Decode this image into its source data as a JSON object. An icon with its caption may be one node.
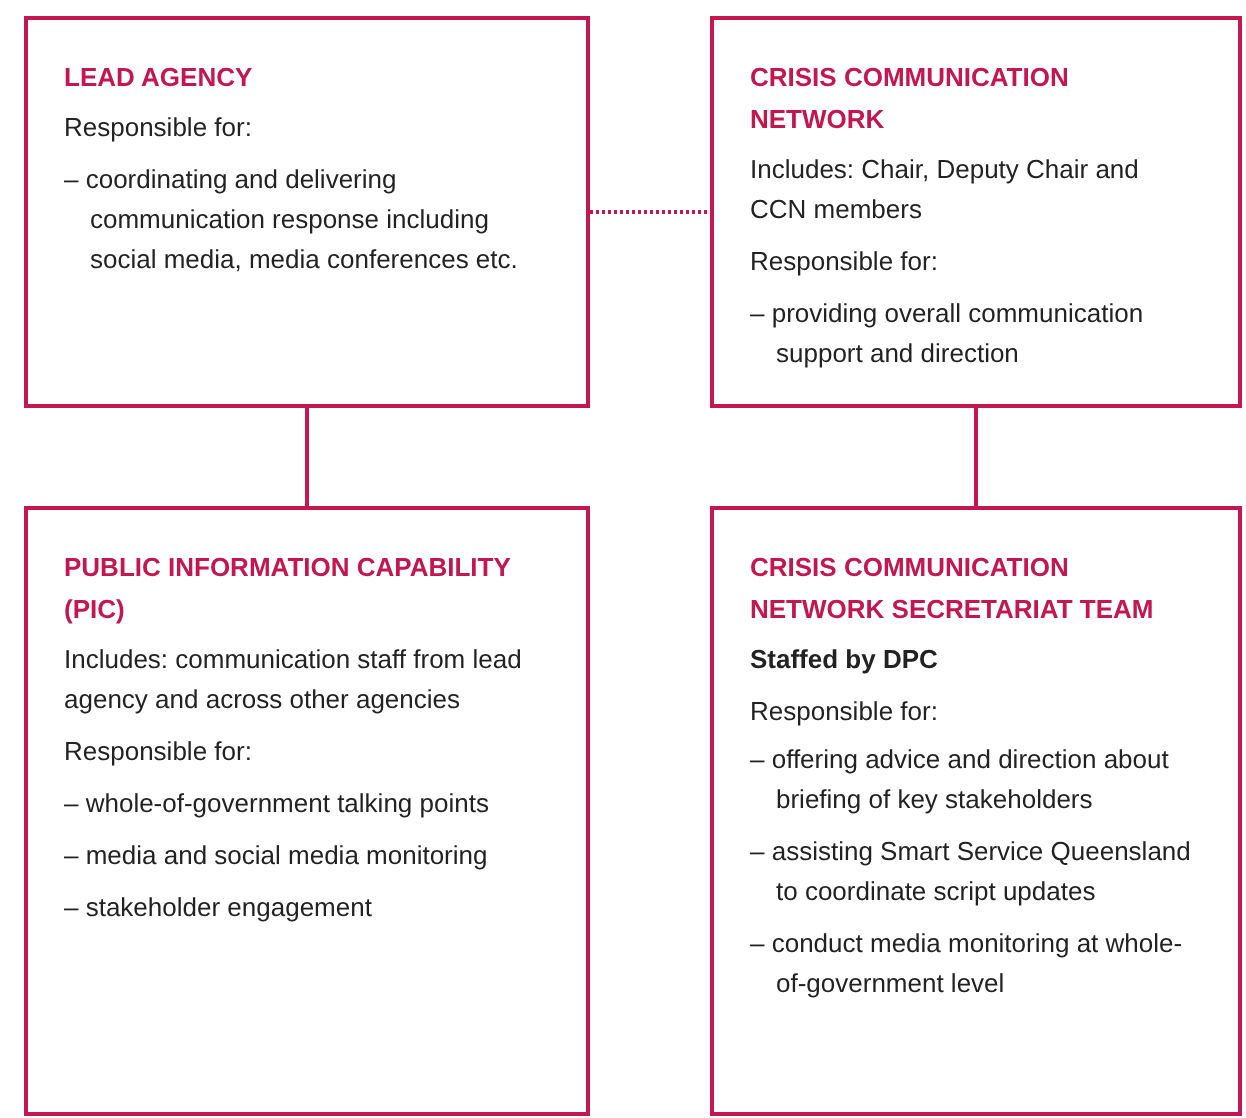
{
  "diagram": {
    "nodes": [
      {
        "text": [
          "LEAD AGENCY",
          "Responsible for:",
          "– coordinating and delivering communication response including social media, media conferences etc."
        ]
      },
      {
        "text": [
          "CRISIS COMMUNICATION NETWORK",
          "Includes: Chair, Deputy Chair and CCN members",
          "Responsible for:",
          "– providing overall communication support and direction"
        ]
      },
      {
        "text": [
          "PUBLIC INFORMATION CAPABILITY (PIC)",
          "Includes: communication staff from lead agency and across other agencies",
          "Responsible for:",
          "– whole-of-government talking points",
          "– media and social media monitoring",
          "– stakeholder engagement"
        ]
      },
      {
        "text": [
          "CRISIS COMMUNICATION NETWORK SECRETARIAT TEAM",
          "Staffed by DPC",
          "Responsible for:",
          "– offering advice and direction about briefing of key stakeholders",
          "– assisting Smart Service Queensland to coordinate script updates",
          "– conduct media monitoring at whole-of-government level"
        ]
      }
    ],
    "edges": [
      {
        "from": 0,
        "to": 1,
        "arrow": "none",
        "style": "dashed"
      },
      {
        "from": 0,
        "to": 2,
        "arrow": "none"
      },
      {
        "from": 1,
        "to": 3,
        "arrow": "none"
      }
    ]
  }
}
